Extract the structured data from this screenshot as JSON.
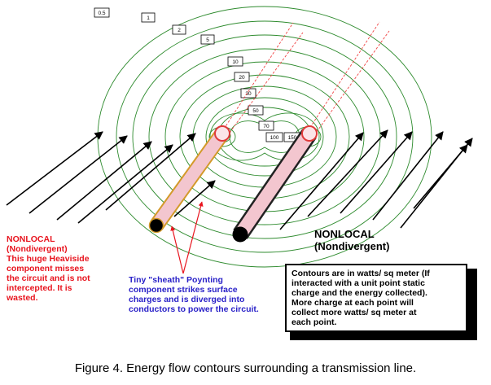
{
  "contour_labels": [
    "0.5",
    "1",
    "2",
    "5",
    "10",
    "20",
    "30",
    "50",
    "70",
    "100",
    "150"
  ],
  "left_note": {
    "lines": [
      "NONLOCAL",
      "(Nondivergent)",
      "This huge Heaviside",
      "component misses",
      "the circuit and is not",
      "intercepted.  It is",
      "wasted."
    ],
    "color": "#e8141e"
  },
  "center_note": {
    "lines": [
      "Tiny \"sheath\" Poynting",
      "component strikes surface",
      "charges and is diverged into",
      "conductors to power the circuit."
    ],
    "color": "#2a22c8"
  },
  "right_label": {
    "lines": [
      "NONLOCAL",
      "(Nondivergent)"
    ]
  },
  "info_box": {
    "lines": [
      "Contours are in watts/ sq meter (If",
      "interacted with a unit point static",
      "charge and the energy collected).",
      "More charge at each point will",
      "collect more watts/ sq meter at",
      "each point."
    ]
  },
  "caption": "Figure 4.  Energy flow contours surrounding a transmission line.",
  "colors": {
    "contour": "#2e8b2e",
    "pointer": "#e8141e",
    "conductor_fill": "#f3c6cf",
    "left_conductor_outline": "#d39a2a",
    "right_conductor_outline": "#333333",
    "end_cap": "#f04545",
    "dashed_line": "#f04545"
  },
  "icons": [
    "flow-arrow-icon"
  ]
}
